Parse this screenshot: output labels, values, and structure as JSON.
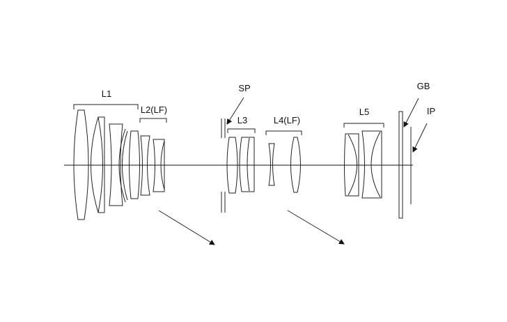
{
  "labels": {
    "l1": "L1",
    "l2": "L2(LF)",
    "sp": "SP",
    "l3": "L3",
    "l4": "L4(LF)",
    "l5": "L5",
    "gb": "GB",
    "ip": "IP"
  },
  "colors": {
    "line": "#222222",
    "background": "#ffffff"
  }
}
